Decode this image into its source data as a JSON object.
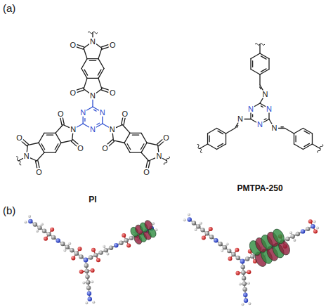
{
  "diagram": {
    "labels": [
      "(a)",
      "PI",
      "PMTPA-250",
      "(b)",
      "N",
      "N",
      "N",
      "N",
      "O",
      "O",
      "O",
      "O",
      "N",
      "N",
      "O",
      "O",
      "O",
      "O",
      "N",
      "N",
      "O",
      "O",
      "O",
      "O",
      "N",
      "N",
      "N",
      "N",
      "N",
      "N",
      "N"
    ]
  }
}
